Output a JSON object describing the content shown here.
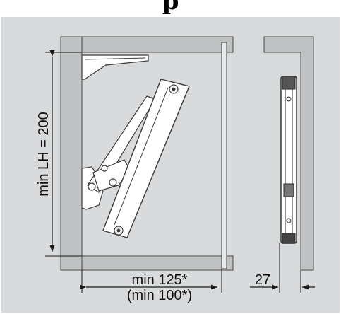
{
  "header": {
    "title": "p"
  },
  "dimensions": {
    "height_label": "min LH = 200",
    "width_label_1": "min 125*",
    "width_label_2": "(min 100*)",
    "depth_label": "27"
  },
  "colors": {
    "background": "#d9dadb",
    "cabinet_side": "#bfc1c3",
    "cabinet_edge": "#4a4a4a",
    "mechanism_fill": "#ffffff",
    "mechanism_stroke": "#3a3a3a",
    "dimension_line": "#1a1a1a"
  }
}
